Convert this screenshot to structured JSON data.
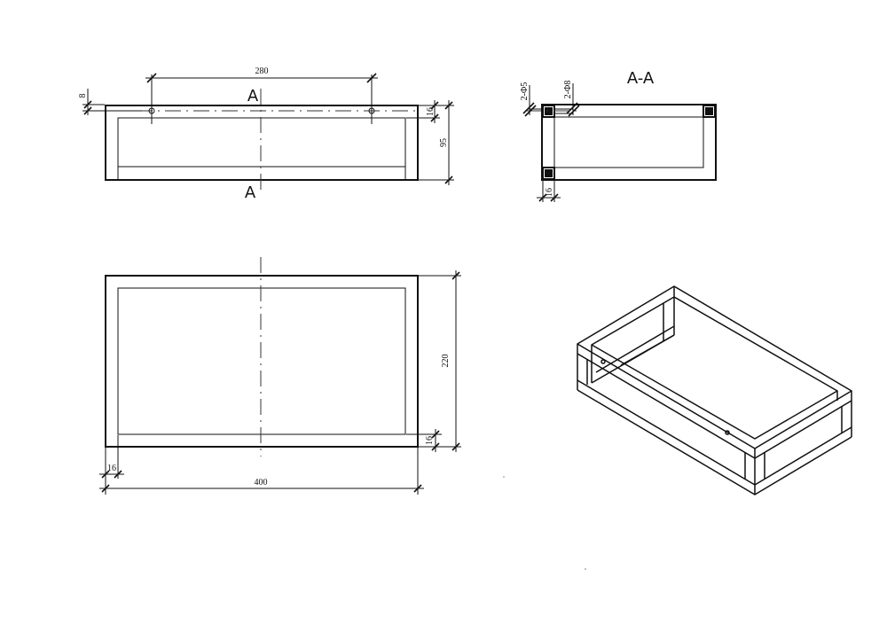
{
  "views": {
    "front": {
      "dimensions": {
        "hole_spacing": "280",
        "top_offset": "8",
        "rail_thickness": "16",
        "height": "95"
      },
      "section_marker_top": "A",
      "section_marker_bottom": "A"
    },
    "section": {
      "title": "A-A",
      "dimensions": {
        "small_hole": "2-Φ5",
        "large_hole": "2-Φ8",
        "bottom_thickness": "16"
      }
    },
    "top": {
      "dimensions": {
        "width": "400",
        "depth": "220",
        "left_thickness": "16",
        "right_thickness": "16"
      }
    },
    "isometric": {}
  }
}
